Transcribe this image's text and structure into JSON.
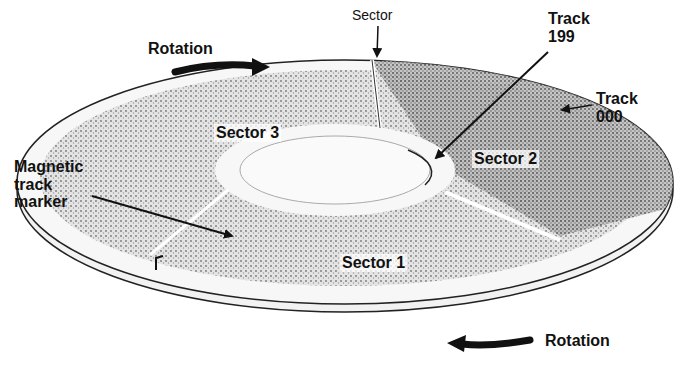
{
  "diagram": {
    "labels": [
      "Rotation",
      "Sector",
      "Track 199",
      "Track 000",
      "Sector 3",
      "Sector 2",
      "Magnetic track marker",
      "Sector 1",
      "Rotation"
    ]
  }
}
